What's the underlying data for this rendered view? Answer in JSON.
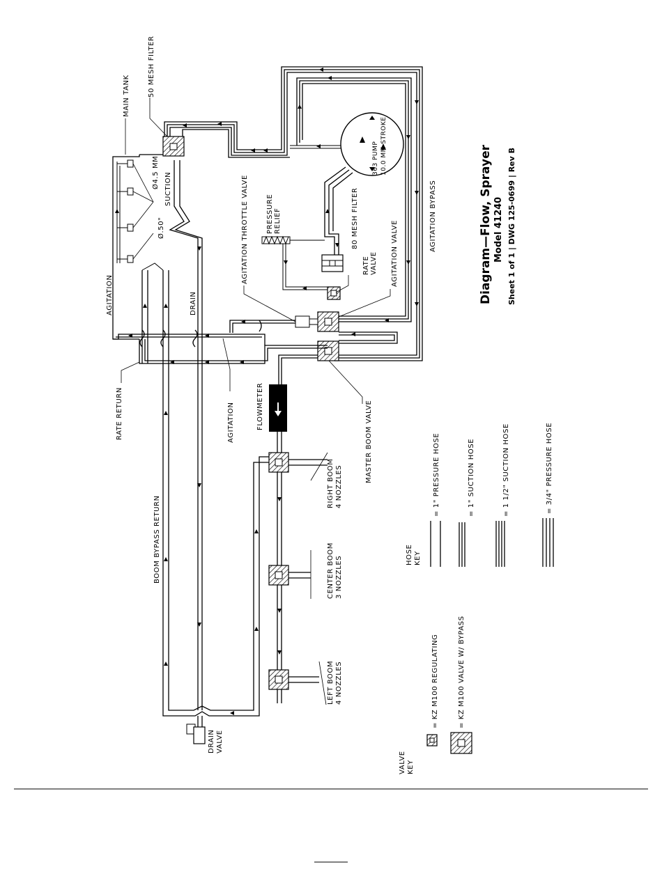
{
  "title_block": {
    "title": "Diagram—Flow, Sprayer",
    "model": "Model 41240",
    "sheet": "Sheet 1 of 1 | DWG 125-0699 | Rev B"
  },
  "labels": {
    "main_tank": "MAIN TANK",
    "mesh_filter_50": "50 MESH FILTER",
    "nozzle_45": "Ø4.5 MM",
    "suction": "SUCTION",
    "nozzle_50": "Ø.50\"",
    "agitation_left": "AGITATION",
    "drain": "DRAIN",
    "agitation_throttle_valve": "AGITATION THROTTLE VALVE",
    "pressure_relief_1": "PRESSURE",
    "pressure_relief_2": "RELIEF",
    "mesh_filter_80": "80 MESH FILTER",
    "rate_valve_1": "RATE",
    "rate_valve_2": "VALVE",
    "agitation_valve": "AGITATION VALVE",
    "pump_1": "363 PUMP",
    "pump_2": "10.0 MM STROKE",
    "agitation_bypass": "AGITATION BYPASS",
    "rate_return": "RATE RETURN",
    "agitation_bottom": "AGITATION",
    "flowmeter": "FLOWMETER",
    "master_boom_valve": "MASTER BOOM VALVE",
    "boom_bypass_return": "BOOM BYPASS RETURN",
    "right_boom_1": "RIGHT BOOM",
    "right_boom_2": "4 NOZZLES",
    "center_boom_1": "CENTER BOOM",
    "center_boom_2": "3 NOZZLES",
    "left_boom_1": "LEFT BOOM",
    "left_boom_2": "4 NOZZLES",
    "drain_valve_1": "DRAIN",
    "drain_valve_2": "VALVE"
  },
  "hose_key": {
    "heading_1": "HOSE",
    "heading_2": "KEY",
    "items": [
      "= 1\" PRESSURE HOSE",
      "= 1\" SUCTION HOSE",
      "= 1 1/2\" SUCTION HOSE",
      "= 3/4\" PRESSURE HOSE"
    ]
  },
  "valve_key": {
    "heading_1": "VALVE",
    "heading_2": "KEY",
    "items": [
      "= KZ M100 REGULATING",
      "= KZ M100 VALVE W/ BYPASS"
    ]
  }
}
